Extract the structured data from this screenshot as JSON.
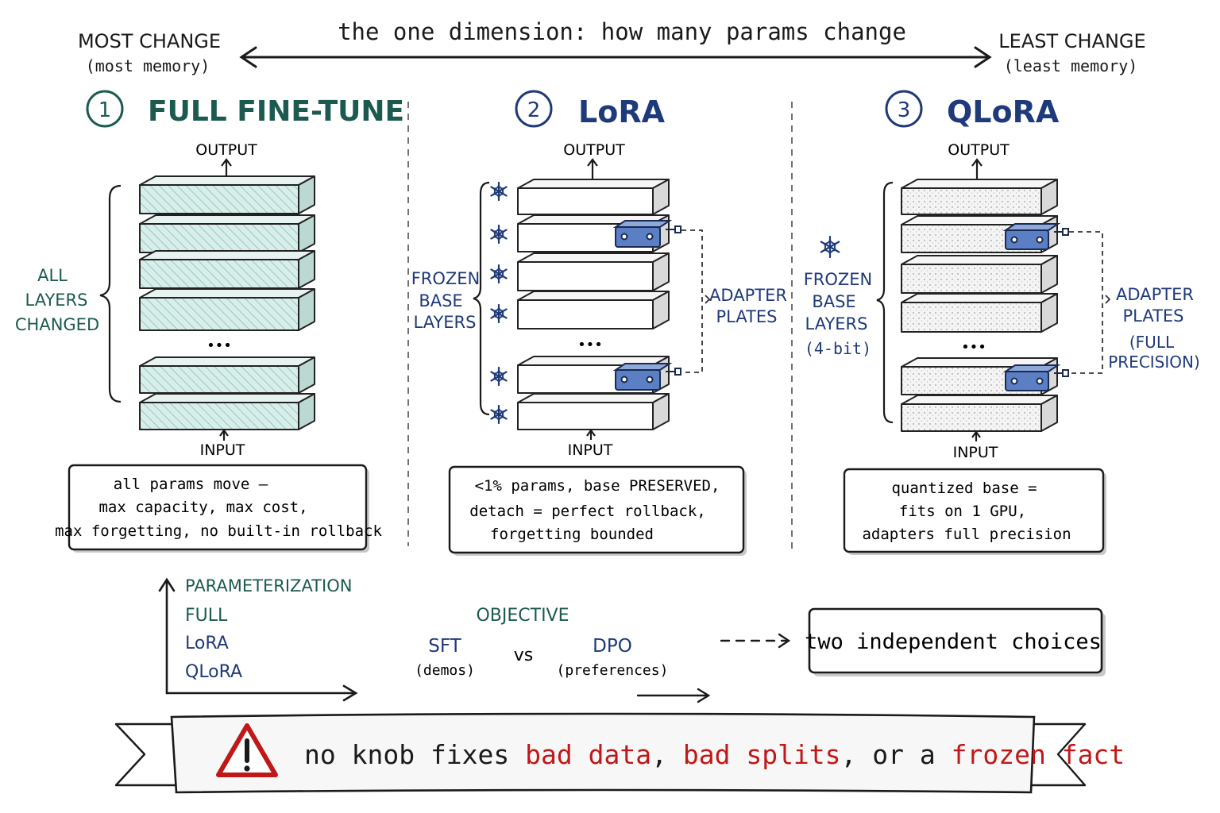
{
  "header": {
    "axis_title": "the one dimension: how many params change",
    "left_label": "MOST CHANGE",
    "left_sub": "(most memory)",
    "right_label": "LEAST CHANGE",
    "right_sub": "(least memory)"
  },
  "colors": {
    "teal": "#1c5a50",
    "navy": "#1f3a7a",
    "red": "#c01818",
    "ink": "#1a1a1a",
    "adapter_blue": "#5b7fc4",
    "hatch_fill": "#d8eeea",
    "dot_fill": "#f2f2f2"
  },
  "panels": [
    {
      "number": "1",
      "title": "FULL FINE-TUNE",
      "output": "OUTPUT",
      "input": "INPUT",
      "ellipsis": "•••",
      "side_label": [
        "ALL",
        "LAYERS",
        "CHANGED"
      ],
      "layer_style": "hatched",
      "note": [
        "all params move –",
        "max capacity, max cost,",
        "max forgetting, no built-in rollback"
      ]
    },
    {
      "number": "2",
      "title": "LoRA",
      "output": "OUTPUT",
      "input": "INPUT",
      "ellipsis": "•••",
      "side_label": [
        "FROZEN",
        "BASE",
        "LAYERS"
      ],
      "adapter_label": [
        "ADAPTER",
        "PLATES"
      ],
      "frozen_icon": "snowflake-icon",
      "layer_style": "plain",
      "note": [
        "<1% params, base PRESERVED,",
        "detach = perfect rollback,",
        "forgetting bounded"
      ]
    },
    {
      "number": "3",
      "title": "QLoRA",
      "output": "OUTPUT",
      "input": "INPUT",
      "ellipsis": "•••",
      "side_label": [
        "FROZEN",
        "BASE",
        "LAYERS",
        "(4-bit)"
      ],
      "adapter_label": [
        "ADAPTER",
        "PLATES",
        "(FULL",
        "PRECISION)"
      ],
      "frozen_icon": "snowflake-icon",
      "layer_style": "dotted",
      "note": [
        "quantized base =",
        "fits on 1 GPU,",
        "adapters full precision"
      ]
    }
  ],
  "bottom": {
    "param_title": "PARAMETERIZATION",
    "param_items": [
      "FULL",
      "LoRA",
      "QLoRA"
    ],
    "objective_title": "OBJECTIVE",
    "obj_a": "SFT",
    "obj_a_sub": "(demos)",
    "vs": "vs",
    "obj_b": "DPO",
    "obj_b_sub": "(preferences)",
    "choices_box": "two independent choices"
  },
  "banner": {
    "icon": "warning-icon",
    "parts": [
      {
        "text": "no knob fixes ",
        "color": "ink"
      },
      {
        "text": "bad data",
        "color": "red"
      },
      {
        "text": ", ",
        "color": "ink"
      },
      {
        "text": "bad splits",
        "color": "red"
      },
      {
        "text": ", or a ",
        "color": "ink"
      },
      {
        "text": "frozen fact",
        "color": "red"
      }
    ]
  }
}
